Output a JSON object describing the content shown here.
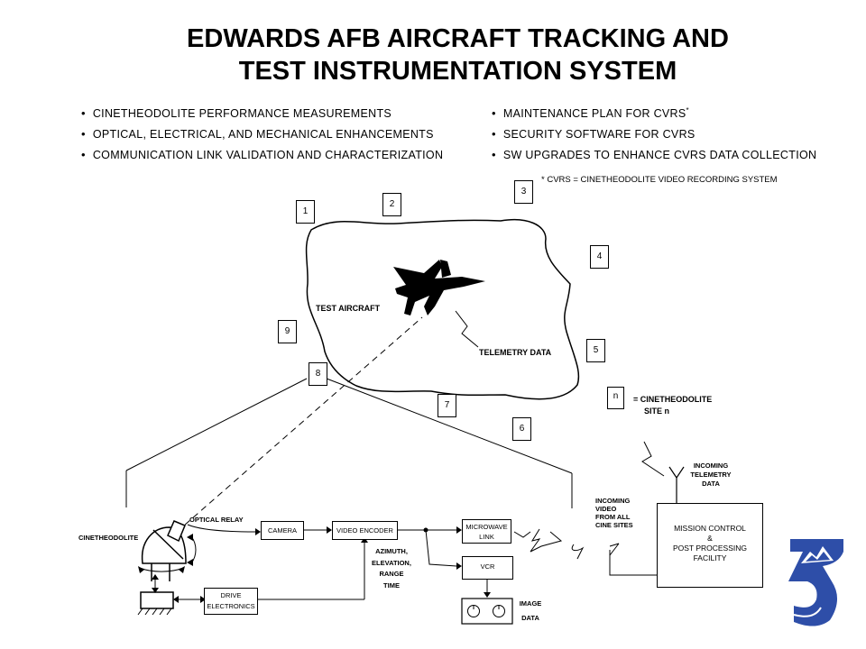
{
  "title_line1": "EDWARDS AFB AIRCRAFT TRACKING AND",
  "title_line2": "TEST INSTRUMENTATION SYSTEM",
  "bullets_left": [
    "CINETHEODOLITE PERFORMANCE MEASUREMENTS",
    "OPTICAL, ELECTRICAL, AND MECHANICAL ENHANCEMENTS",
    "COMMUNICATION LINK VALIDATION AND CHARACTERIZATION"
  ],
  "bullets_right": [
    "MAINTENANCE PLAN FOR CVRS",
    "SECURITY SOFTWARE FOR CVRS",
    "SW UPGRADES TO ENHANCE CVRS DATA COLLECTION"
  ],
  "cvrs_asterisk": "*",
  "cvrs_footnote": "* CVRS = CINETHEODOLITE VIDEO RECORDING SYSTEM",
  "sites": [
    "1",
    "2",
    "3",
    "4",
    "5",
    "6",
    "7",
    "8",
    "9"
  ],
  "test_aircraft": "TEST AIRCRAFT",
  "telemetry_data": "TELEMETRY DATA",
  "legend": {
    "n": "n",
    "line1": "= CINETHEODOLITE",
    "line2": "SITE n"
  },
  "incoming_telemetry": [
    "INCOMING",
    "TELEMETRY",
    "DATA"
  ],
  "incoming_video": [
    "INCOMING",
    "VIDEO",
    "FROM ALL",
    "CINE SITES"
  ],
  "mission_control": [
    "MISSION CONTROL",
    "&",
    "POST PROCESSING",
    "FACILITY"
  ],
  "optical_relay": "OPTICAL RELAY",
  "cinetheodolite": "CINETHEODOLITE",
  "camera": "CAMERA",
  "video_encoder": "VIDEO ENCODER",
  "microwave_link": [
    "MICROWAVE",
    "LINK"
  ],
  "vcr": "VCR",
  "azimuth": [
    "AZIMUTH,",
    "ELEVATION,",
    "RANGE",
    "TIME"
  ],
  "drive_electronics": [
    "DRIVE",
    "ELECTRONICS"
  ],
  "image_data": [
    "IMAGE",
    "DATA"
  ]
}
